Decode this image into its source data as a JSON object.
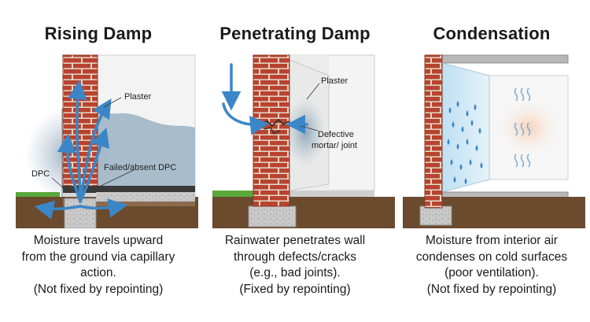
{
  "panels": [
    {
      "title": "Rising Damp",
      "labels": {
        "plaster": "Plaster",
        "dpc": "DPC",
        "failed_dpc": "Failed/absent DPC"
      },
      "caption": [
        "Moisture travels upward",
        "from the ground via capillary",
        "action.",
        "(Not fixed by repointing)"
      ]
    },
    {
      "title": "Penetrating Damp",
      "labels": {
        "plaster": "Plaster",
        "defective_1": "Defective",
        "defective_2": "mortar/ joint"
      },
      "caption": [
        "Rainwater penetrates wall",
        "through defects/cracks",
        "(e.g., bad joints).",
        "(Fixed by repointing)"
      ]
    },
    {
      "title": "Condensation",
      "labels": {},
      "caption": [
        "Moisture from interior air",
        "condenses on cold surfaces",
        "(poor ventilation).",
        "(Not fixed by repointing)"
      ]
    }
  ],
  "colors": {
    "brick": "#b8432f",
    "mortar": "#e8ddd0",
    "soil": "#6b4a2e",
    "grass": "#5aa83a",
    "water_arrow": "#3b86c6",
    "damp_stain": "#9db3c4"
  }
}
